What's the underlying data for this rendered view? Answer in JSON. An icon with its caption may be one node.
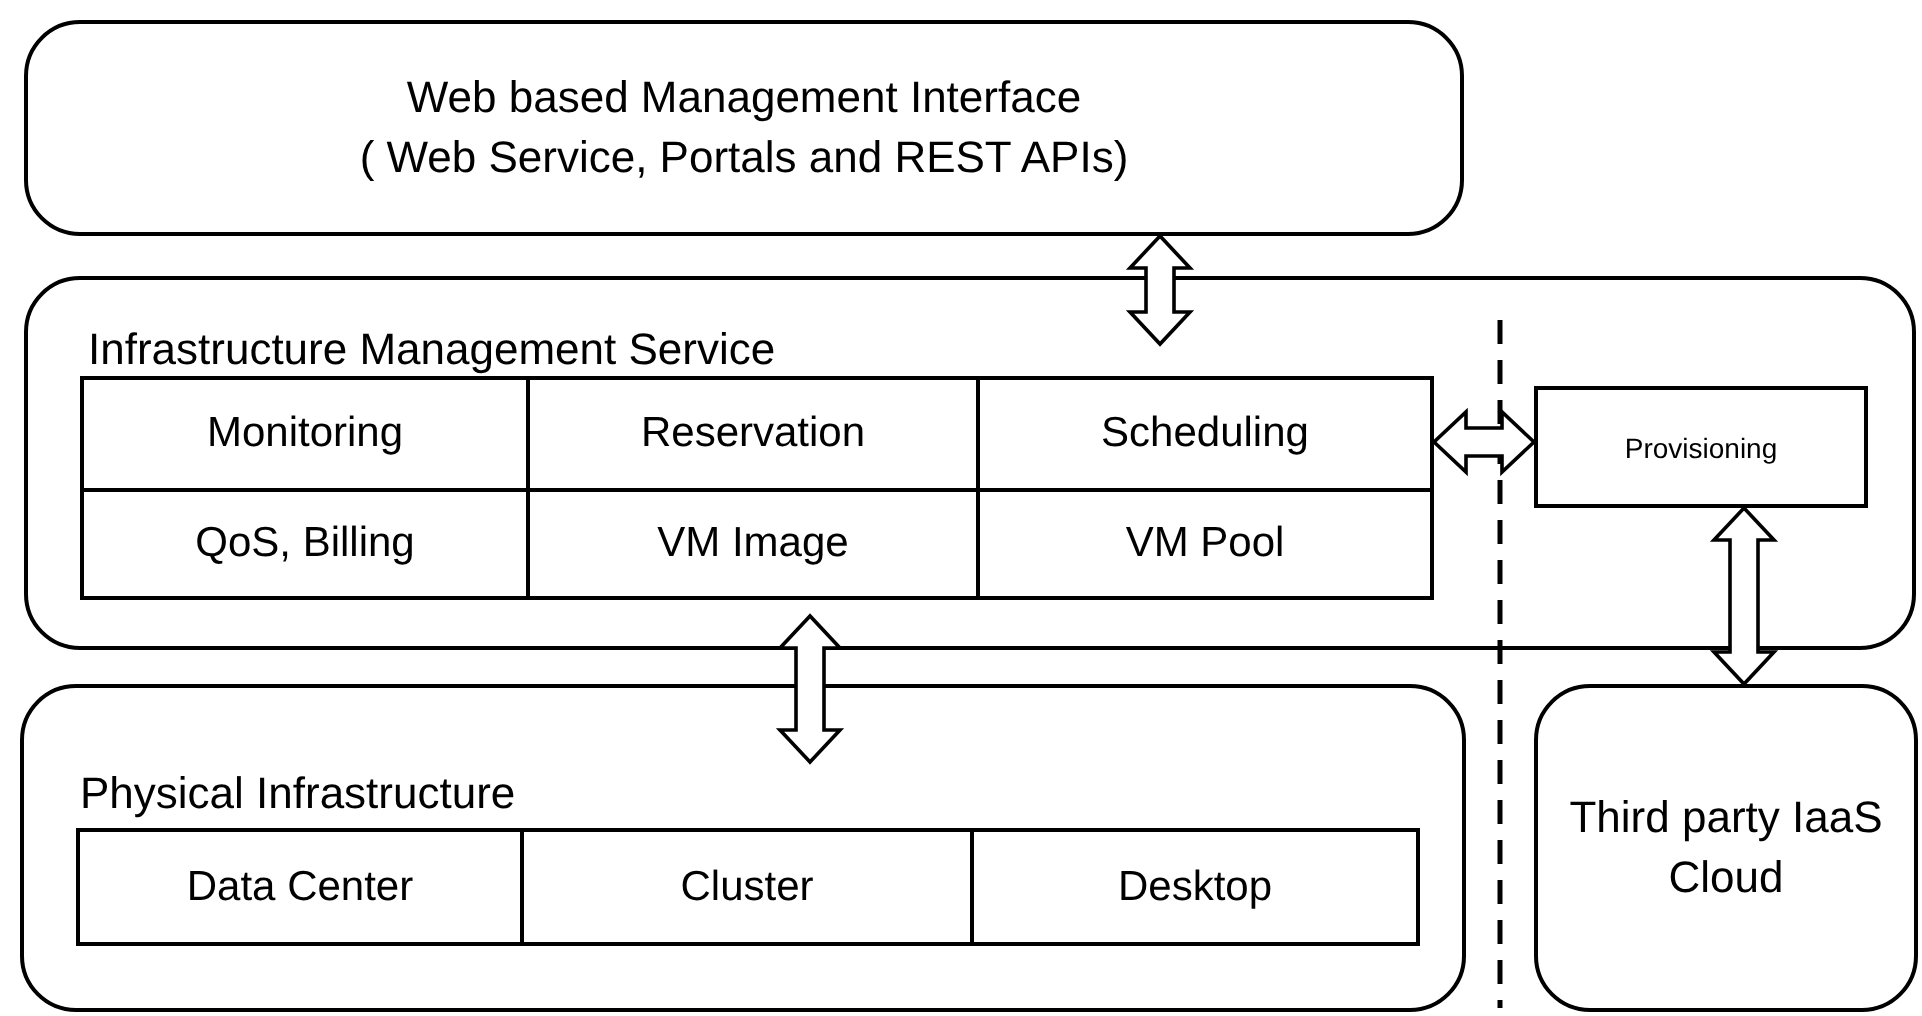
{
  "diagram": {
    "nodes": [
      {
        "text": [
          "Web based Management  Interface",
          "( Web Service, Portals and REST APIs)"
        ]
      },
      {
        "text": [
          "Infrastructure Management Service"
        ]
      },
      {
        "text": [
          "Monitoring"
        ],
        "in": 1
      },
      {
        "text": [
          "Reservation"
        ],
        "in": 1
      },
      {
        "text": [
          "Scheduling"
        ],
        "in": 1
      },
      {
        "text": [
          "QoS, Billing"
        ],
        "in": 1
      },
      {
        "text": [
          "VM Image"
        ],
        "in": 1
      },
      {
        "text": [
          "VM Pool"
        ],
        "in": 1
      },
      {
        "text": [
          "Provisioning"
        ],
        "in": 1
      },
      {
        "text": [
          "Physical Infrastructure"
        ]
      },
      {
        "text": [
          "Data Center"
        ],
        "in": 9
      },
      {
        "text": [
          "Cluster"
        ],
        "in": 9
      },
      {
        "text": [
          "Desktop"
        ],
        "in": 9
      },
      {
        "text": [
          "Third party IaaS Cloud"
        ]
      }
    ],
    "edges": [
      {
        "from": 0,
        "to": 1,
        "arrow": "both"
      },
      {
        "from": 4,
        "to": 8,
        "arrow": "both"
      },
      {
        "from": 8,
        "to": 13,
        "arrow": "both"
      },
      {
        "from": 1,
        "to": 9,
        "arrow": "both"
      }
    ]
  }
}
